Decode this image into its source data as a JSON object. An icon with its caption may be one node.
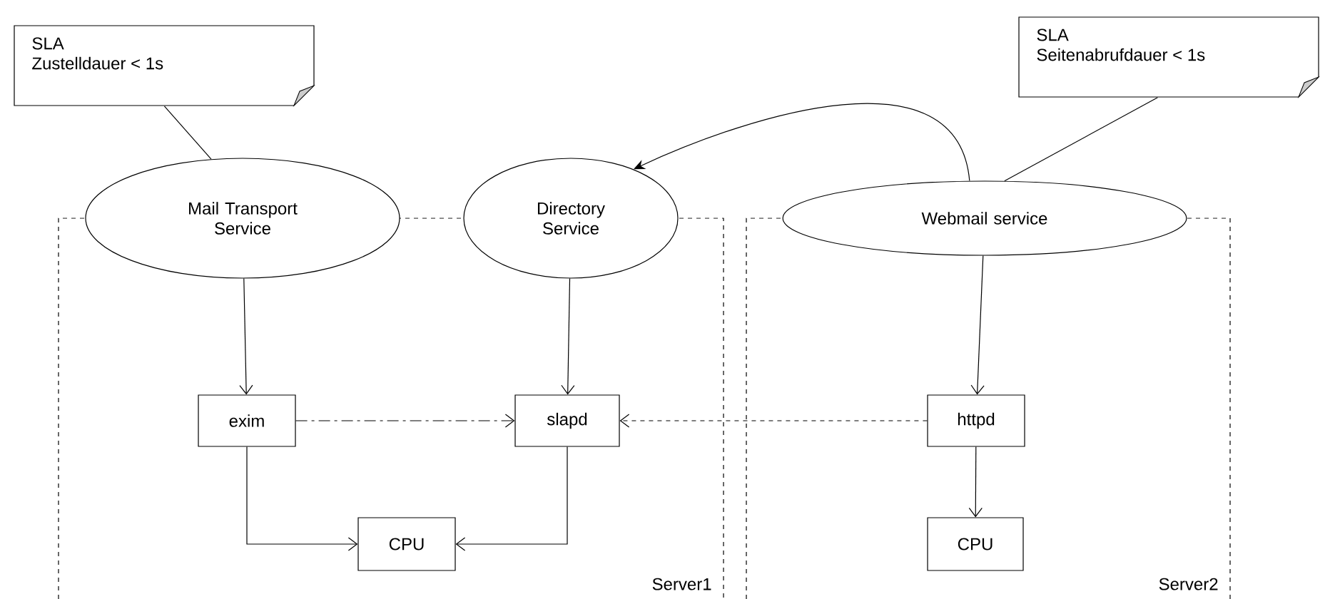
{
  "diagram": {
    "nodes": [
      {
        "text": [
          "SLA",
          "Zustelldauer < 1s"
        ]
      },
      {
        "text": [
          "SLA",
          "Seitenabrufdauer < 1s"
        ]
      },
      {
        "text": [
          "Server1"
        ]
      },
      {
        "text": [
          "Server2"
        ]
      },
      {
        "text": [
          "Mail Transport Service"
        ]
      },
      {
        "text": [
          "Directory Service"
        ]
      },
      {
        "text": [
          "Webmail service"
        ]
      },
      {
        "text": [
          "exim"
        ],
        "in": 2
      },
      {
        "text": [
          "slapd"
        ],
        "in": 2
      },
      {
        "text": [
          "CPU"
        ],
        "in": 2
      },
      {
        "text": [
          "httpd"
        ],
        "in": 3
      },
      {
        "text": [
          "CPU"
        ],
        "in": 3
      }
    ],
    "edges": [
      {
        "from": 0,
        "to": 4,
        "arrow": "none"
      },
      {
        "from": 1,
        "to": 6,
        "arrow": "none"
      },
      {
        "from": 6,
        "to": 5,
        "arrow": "to"
      },
      {
        "from": 4,
        "to": 7,
        "arrow": "to"
      },
      {
        "from": 5,
        "to": 8,
        "arrow": "to"
      },
      {
        "from": 6,
        "to": 10,
        "arrow": "to"
      },
      {
        "from": 7,
        "to": 8,
        "arrow": "to",
        "style": "dashed"
      },
      {
        "from": 10,
        "to": 8,
        "arrow": "to",
        "style": "dashed"
      },
      {
        "from": 7,
        "to": 9,
        "arrow": "to"
      },
      {
        "from": 8,
        "to": 9,
        "arrow": "to"
      },
      {
        "from": 10,
        "to": 11,
        "arrow": "to"
      }
    ]
  }
}
